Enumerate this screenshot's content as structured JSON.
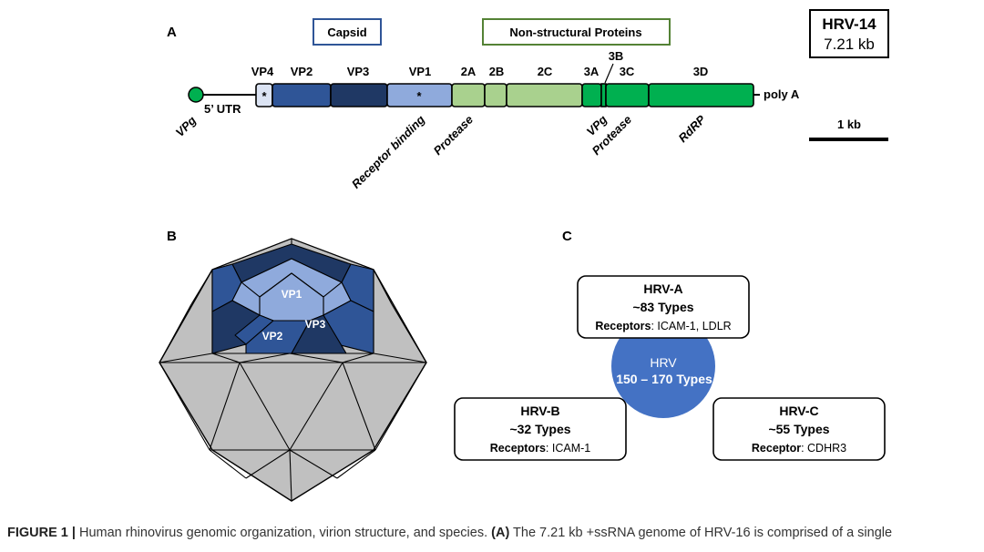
{
  "panel_a": {
    "letter": "A",
    "capsid_box": "Capsid",
    "nsp_box": "Non-structural Proteins",
    "strain_name": "HRV-14",
    "strain_size": "7.21 kb",
    "vpg_label": "VPg",
    "utr_label": "5’ UTR",
    "polya_label": "poly A",
    "scale_label": "1 kb",
    "star": "*",
    "segment_labels": {
      "vp4": "VP4",
      "vp2": "VP2",
      "vp3": "VP3",
      "vp1": "VP1",
      "p2a": "2A",
      "p2b": "2B",
      "p2c": "2C",
      "p3a": "3A",
      "p3b": "3B",
      "p3c": "3C",
      "p3d": "3D"
    },
    "function_labels": {
      "receptor": "Receptor binding",
      "protease_2a": "Protease",
      "vpg_3b": "VPg",
      "protease_3c": "Protease",
      "rdrp": "RdRP"
    },
    "colors": {
      "vp4": "#dbe3f3",
      "vp2": "#2f5597",
      "vp3": "#1f3864",
      "vp1": "#8faadc",
      "p2": "#a9d18e",
      "p3": "#00b050",
      "vpg": "#00b050",
      "capsid_border": "#2f5597",
      "nsp_border": "#548235"
    }
  },
  "panel_b": {
    "letter": "B",
    "labels": {
      "vp1": "VP1",
      "vp2": "VP2",
      "vp3": "VP3"
    },
    "colors": {
      "face": "#c0c0c0",
      "vp1": "#8faadc",
      "vp2": "#2f5597",
      "vp3": "#1f3864"
    }
  },
  "panel_c": {
    "letter": "C",
    "center": {
      "name": "HRV",
      "types": "150 – 170 Types",
      "color": "#4472c4"
    },
    "hrv_a": {
      "name": "HRV-A",
      "types": "~83 Types",
      "rec_key": "Receptors",
      "rec_val": ": ICAM-1, LDLR"
    },
    "hrv_b": {
      "name": "HRV-B",
      "types": "~32 Types",
      "rec_key": "Receptors",
      "rec_val": ": ICAM-1"
    },
    "hrv_c": {
      "name": "HRV-C",
      "types": "~55 Types",
      "rec_key": "Receptor",
      "rec_val": ": CDHR3"
    }
  },
  "caption": {
    "fig": "FIGURE 1 |",
    "text1": " Human rhinovirus genomic organization, virion structure, and species. ",
    "bold_a": "(A)",
    "text2": " The 7.21 kb +ssRNA genome of HRV-16 is comprised of a single"
  }
}
